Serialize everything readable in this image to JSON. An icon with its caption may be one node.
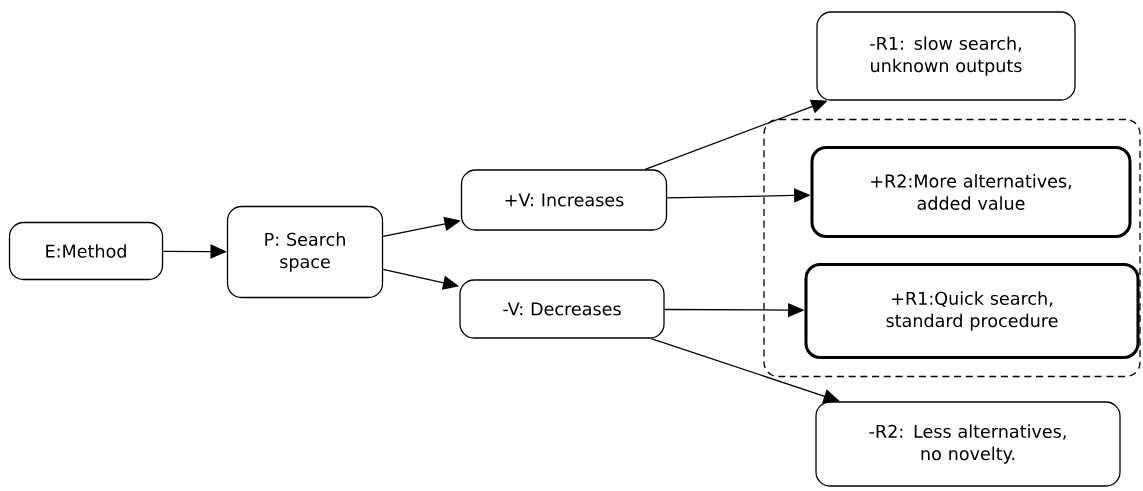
{
  "diagram": {
    "nodes": [
      {
        "text": [
          "E:Method"
        ]
      },
      {
        "text": [
          "P: Search space"
        ]
      },
      {
        "text": [
          "+V: Increases"
        ]
      },
      {
        "text": [
          "-V: Decreases"
        ]
      },
      {
        "text": [
          "-R1: slow search, unknown outputs"
        ]
      },
      {
        "text": [],
        "shape": "box"
      },
      {
        "text": [
          "+R2:More alternatives, added value"
        ],
        "in": 5
      },
      {
        "text": [
          "+R1:Quick search, standard procedure"
        ],
        "in": 5
      },
      {
        "text": [
          "-R2: Less alternatives, no novelty."
        ]
      }
    ],
    "edges": [
      {
        "from": 0,
        "to": 1,
        "arrow": "to"
      },
      {
        "from": 1,
        "to": 2,
        "arrow": "to"
      },
      {
        "from": 1,
        "to": 3,
        "arrow": "to"
      },
      {
        "from": 2,
        "to": 4,
        "arrow": "to"
      },
      {
        "from": 2,
        "to": 6,
        "arrow": "to"
      },
      {
        "from": 3,
        "to": 7,
        "arrow": "to"
      },
      {
        "from": 3,
        "to": 8,
        "arrow": "to"
      }
    ]
  }
}
